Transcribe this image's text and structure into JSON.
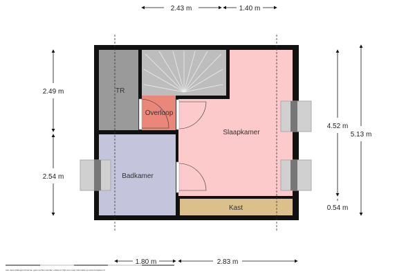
{
  "rooms": {
    "tr": "TR",
    "overloop": "Overloop",
    "slaapkamer": "Slaapkamer",
    "badkamer": "Badkamer",
    "kast": "Kast"
  },
  "dimensions": {
    "top_left": "2.43 m",
    "top_right": "1.40 m",
    "left_top": "2.49 m",
    "left_bottom": "2.54 m",
    "right_inner_top": "4.52 m",
    "right_inner_bottom": "0.54 m",
    "right_total": "5.13 m",
    "bottom_left": "1.80 m",
    "bottom_right": "2.83 m"
  },
  "footer": {
    "disclaimer": "Aan deze plattegrond kunnen geen rechten worden ontleend. Kijk voor meer informatie op www.homekeur.nl"
  },
  "colors": {
    "wall": "#111111",
    "tr": "#9a9a9a",
    "stairs": "#bdbdbd",
    "overloop": "#e8877a",
    "slaapkamer": "#fccaca",
    "badkamer": "#c4c4dc",
    "kast": "#dcc08c"
  }
}
